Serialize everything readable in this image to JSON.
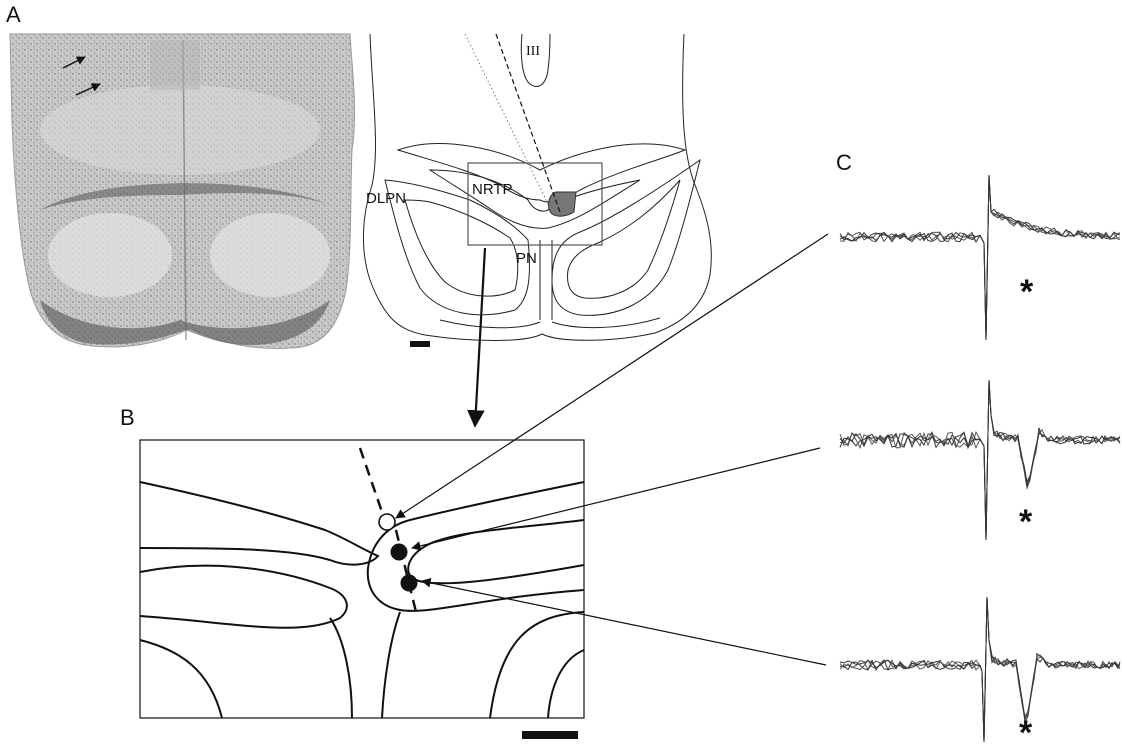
{
  "panels": {
    "a": "A",
    "b": "B",
    "c": "C"
  },
  "atlas_labels": {
    "third_ventricle": "III",
    "nrtp": "NRTP",
    "dlpn": "DLPN",
    "pn": "PN"
  },
  "trace_markers": [
    "*",
    "*",
    "*"
  ],
  "recording_sites": [
    "open-circle",
    "filled-circle",
    "filled-circle"
  ],
  "colors": {
    "ink": "#111111",
    "lesion": "#777777",
    "tissue": "#c8c8c8"
  }
}
